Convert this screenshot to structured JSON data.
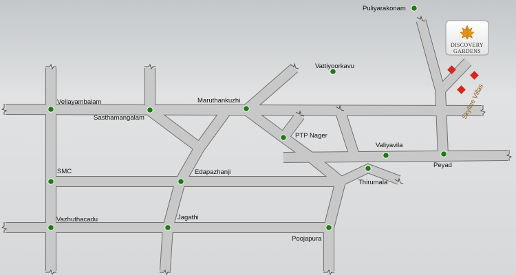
{
  "map": {
    "background": "#d9dbdd",
    "road_fill": "#c8c8c8",
    "road_edge": "#6f6f6f",
    "marker_color": "#1e7a12",
    "marker_edge": "#ffffff",
    "plot_marker_color": "#d8261c",
    "villas_text_color": "#8a5a14",
    "places": [
      "Puliyarakonam",
      "Vattiyoorkavu",
      "Vellayambalam",
      "Sasthamangalam",
      "Maruthankuzhi",
      "PTP Nager",
      "Valiyavila",
      "Peyad",
      "SMC",
      "Edapazhanji",
      "Thirumala",
      "Vazhuthacadu",
      "Jagathi",
      "Poojapura"
    ],
    "logo": {
      "line1": "DISCOVERY",
      "line2": "GARDENS",
      "icon": "maple-leaf-icon"
    },
    "project_label": "Skyline Villas"
  }
}
